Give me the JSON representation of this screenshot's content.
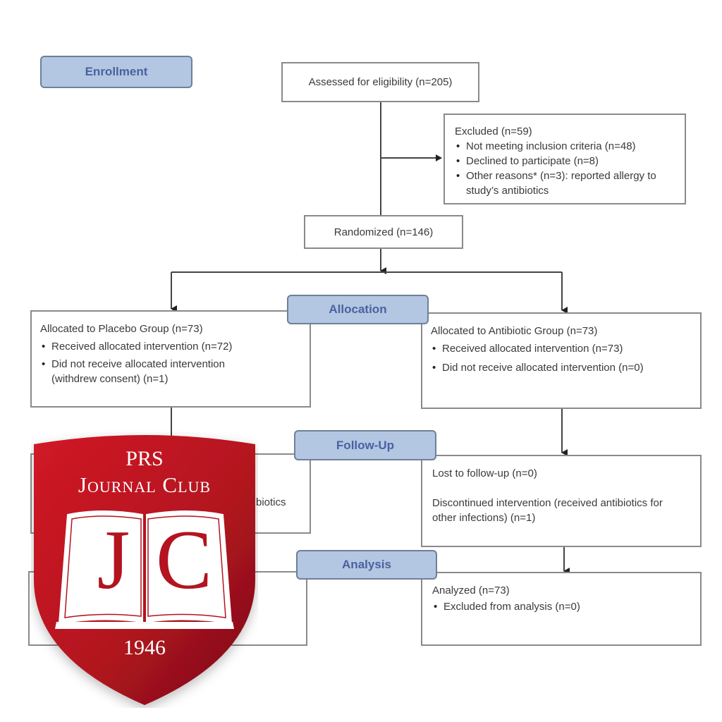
{
  "phases": {
    "enrollment": "Enrollment",
    "allocation": "Allocation",
    "follow_up": "Follow-Up",
    "analysis": "Analysis"
  },
  "assessed": "Assessed for eligibility (n=205)",
  "excluded": {
    "title": "Excluded  (n=59)",
    "items": [
      "Not meeting inclusion criteria (n=48)",
      "Declined to participate (n=8)",
      "Other reasons* (n=3): reported allergy to study’s antibiotics"
    ]
  },
  "randomized": "Randomized (n=146)",
  "placebo": {
    "title": "Allocated to Placebo Group (n=73)",
    "items": [
      "Received allocated intervention (n=72)",
      "Did not receive allocated intervention (withdrew consent) (n=1)"
    ],
    "followup_partial": "biotics"
  },
  "antibiotic": {
    "title": "Allocated to Antibiotic Group (n=73)",
    "items": [
      "Received allocated intervention (n=73)",
      "Did not receive allocated intervention (n=0)"
    ],
    "followup_lost": "Lost to follow-up (n=0)",
    "followup_discontinued": "Discontinued intervention (received antibiotics for other infections) (n=1)",
    "analyzed_title": "Analyzed  (n=73)",
    "analyzed_items": [
      "Excluded from analysis (n=0)"
    ]
  },
  "logo": {
    "line1": "PRS",
    "line2": "Journal Club",
    "letter_left": "J",
    "letter_right": "C",
    "year": "1946",
    "color": "#b8141f"
  }
}
